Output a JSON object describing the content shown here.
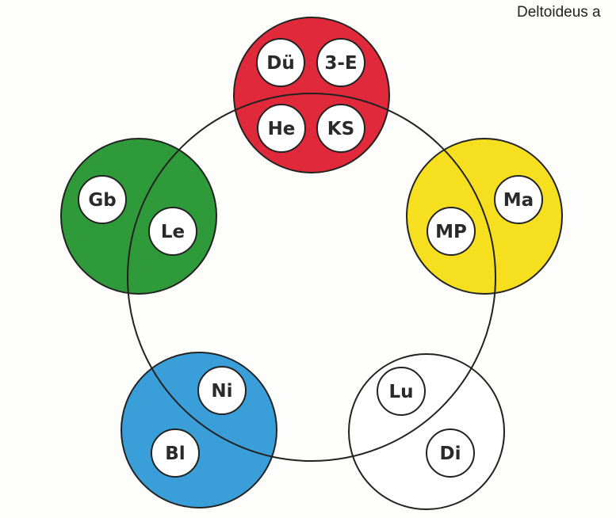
{
  "caption": "Deltoideus a",
  "colors": {
    "red": "#e0293a",
    "yellow": "#f6df1e",
    "green": "#2f9a3a",
    "blue": "#3a9fd9",
    "white": "#ffffff",
    "stroke": "#222222"
  },
  "elements": [
    {
      "name": "element-red",
      "color": "red",
      "tokens": [
        "Dü",
        "3-E",
        "He",
        "KS"
      ]
    },
    {
      "name": "element-yellow",
      "color": "yellow",
      "tokens": [
        "Ma",
        "MP"
      ]
    },
    {
      "name": "element-white",
      "color": "white",
      "tokens": [
        "Lu",
        "Di"
      ]
    },
    {
      "name": "element-blue",
      "color": "blue",
      "tokens": [
        "Ni",
        "Bl"
      ]
    },
    {
      "name": "element-green",
      "color": "green",
      "tokens": [
        "Gb",
        "Le"
      ]
    }
  ]
}
